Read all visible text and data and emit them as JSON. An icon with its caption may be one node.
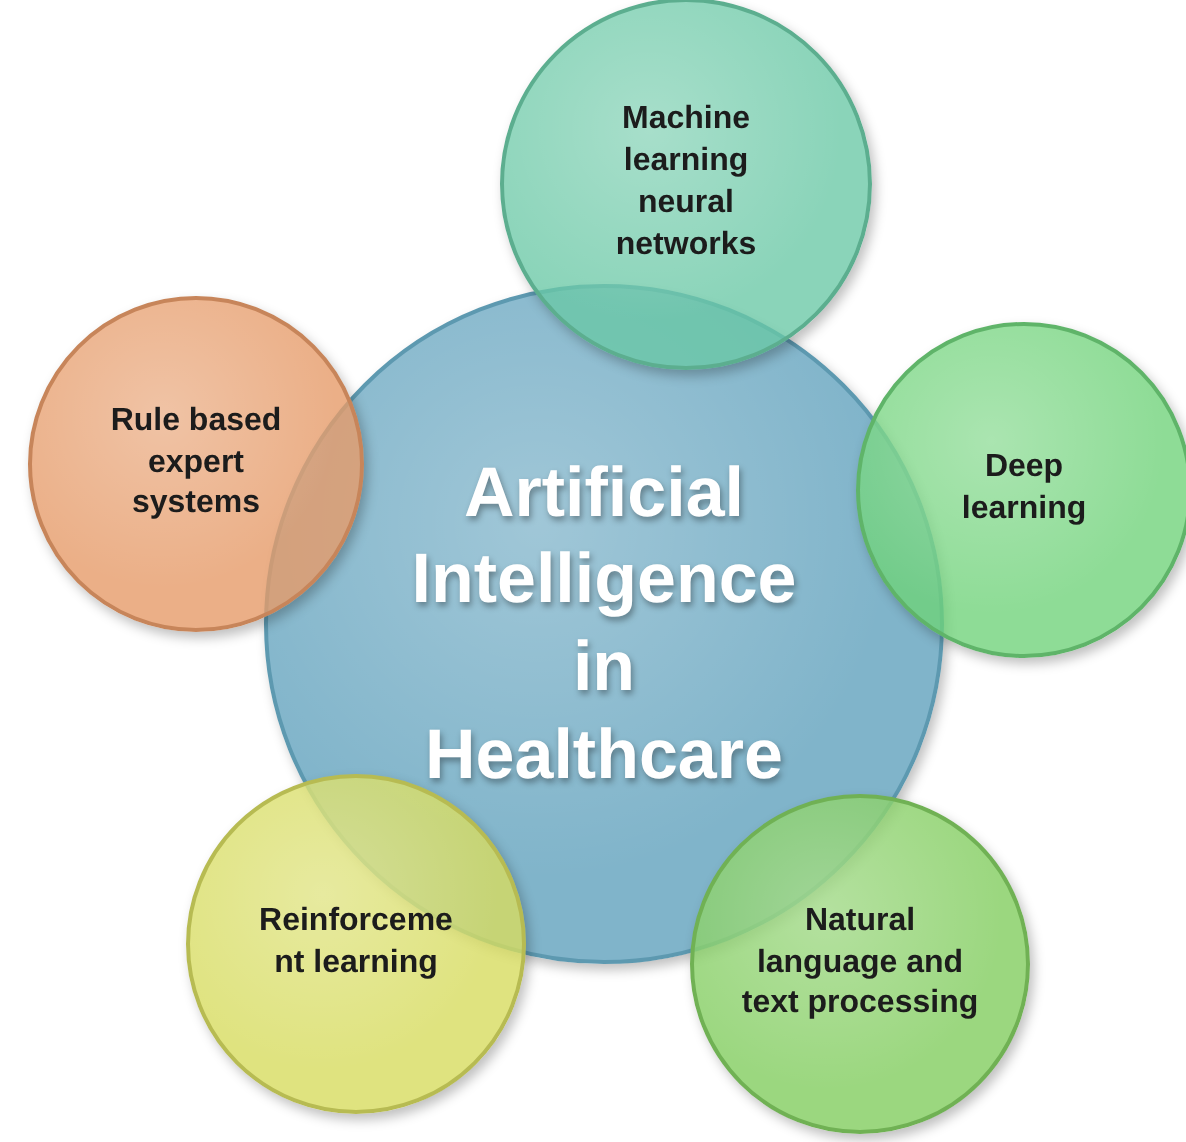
{
  "diagram": {
    "nodes": [
      {
        "text": [
          "Artificial Intelligence in Healthcare"
        ]
      },
      {
        "text": [
          "Machine learning neural networks"
        ]
      },
      {
        "text": [
          "Deep learning"
        ]
      },
      {
        "text": [
          "Natural language and text processing"
        ]
      },
      {
        "text": [
          "Reinforceme nt learning"
        ]
      },
      {
        "text": [
          "Rule based expert systems"
        ]
      }
    ]
  }
}
